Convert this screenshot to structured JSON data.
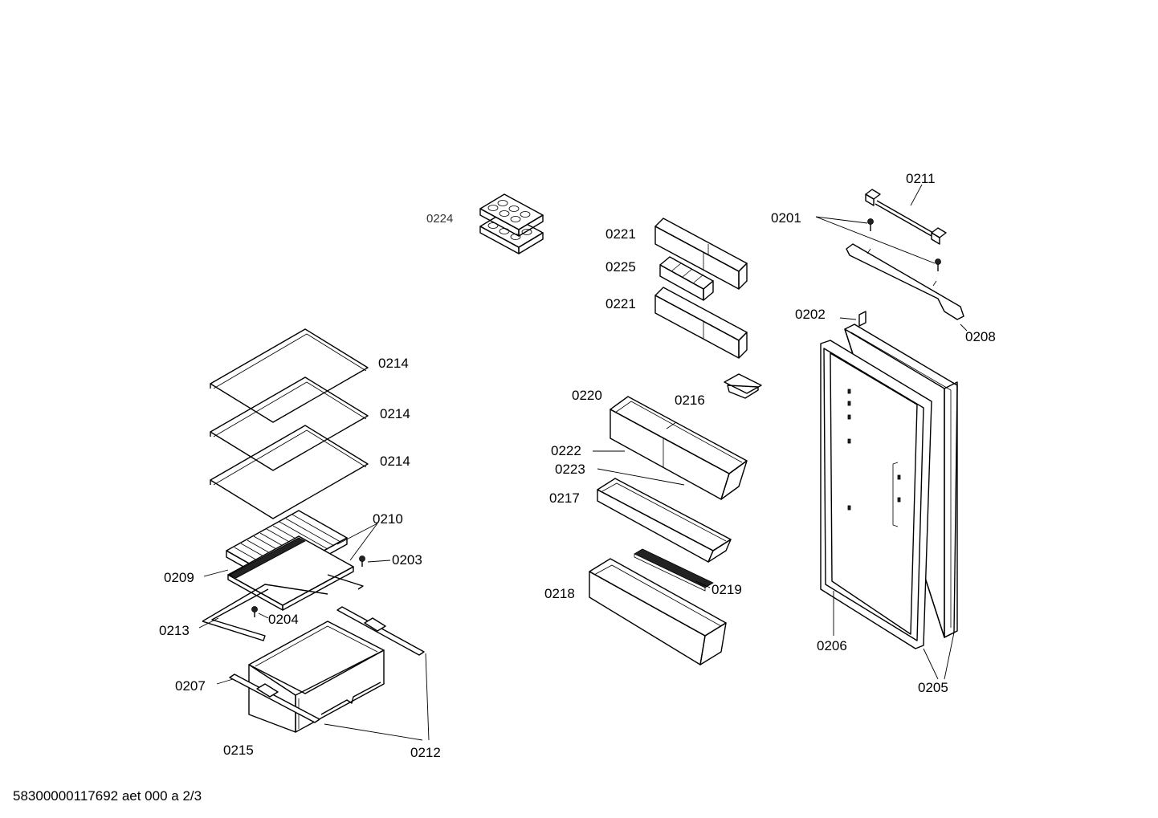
{
  "diagram": {
    "labels": {
      "p0211": "0211",
      "p0201": "0201",
      "p0224": "0224",
      "p0221a": "0221",
      "p0225": "0225",
      "p0221b": "0221",
      "p0202": "0202",
      "p0208": "0208",
      "p0214a": "0214",
      "p0214b": "0214",
      "p0214c": "0214",
      "p0220": "0220",
      "p0216": "0216",
      "p0222": "0222",
      "p0223": "0223",
      "p0217": "0217",
      "p0210": "0210",
      "p0203": "0203",
      "p0209": "0209",
      "p0219": "0219",
      "p0218": "0218",
      "p0204": "0204",
      "p0213": "0213",
      "p0206": "0206",
      "p0207": "0207",
      "p0205": "0205",
      "p0215": "0215",
      "p0212": "0212"
    },
    "footer": "58300000117692 aet 000 a 2/3"
  }
}
